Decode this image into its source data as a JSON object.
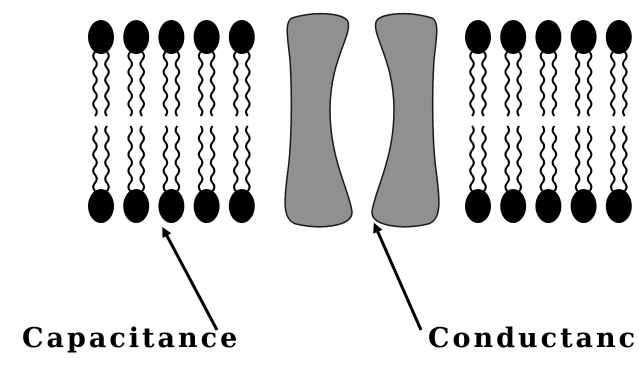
{
  "labels": {
    "capacitance": "Capacitance",
    "conductance": "Conductance"
  },
  "colors": {
    "lipid": "#000000",
    "channel_fill": "#909090",
    "channel_stroke": "#1a1a1a",
    "background": "#ffffff"
  },
  "bilayers": [
    {
      "side": "left",
      "lipid_count": 5
    },
    {
      "side": "right",
      "lipid_count": 5
    }
  ],
  "channel": {
    "subunits": 2
  },
  "arrows": [
    {
      "target": "membrane-lipids",
      "label_key": "capacitance"
    },
    {
      "target": "ion-channel",
      "label_key": "conductance"
    }
  ]
}
